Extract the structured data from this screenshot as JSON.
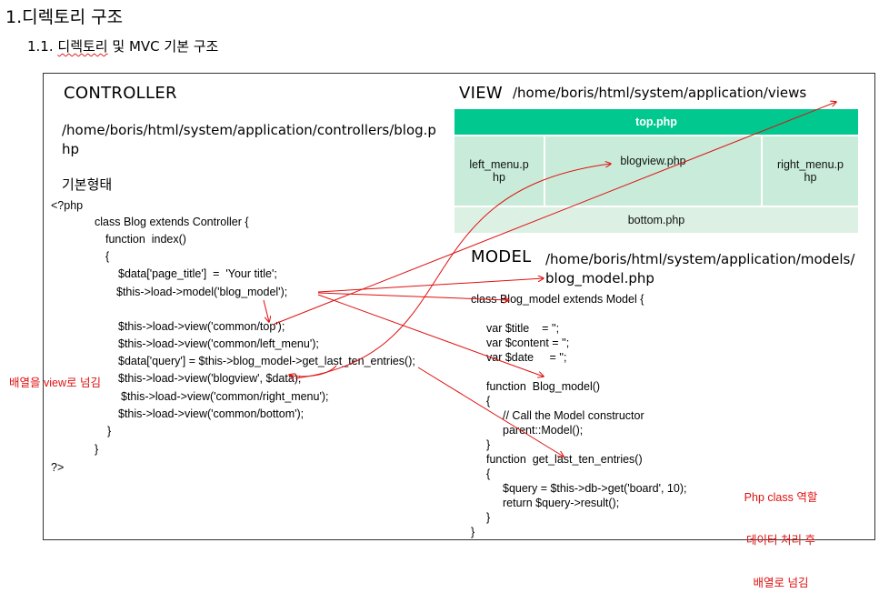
{
  "heading1": "1.디렉토리 구조",
  "heading2": {
    "num": "1.1. ",
    "pre": "디렉토리",
    "post": " 및 MVC 기본 구조"
  },
  "controller": {
    "title": "CONTROLLER",
    "path_line1": "/home/boris/html/system/application/controllers/blog.p",
    "path_line2": "hp",
    "basic_form": "기본형태",
    "code": [
      "<?php",
      "class Blog extends Controller {",
      "function  index()",
      "{",
      "$data['page_title']  =  'Your title';",
      "$this->load->model('blog_model');",
      "$this->load->view('common/top');",
      "$this->load->view('common/left_menu');",
      "$data['query'] = $this->blog_model->get_last_ten_entries();",
      "$this->load->view('blogview', $data);",
      "$this->load->view('common/right_menu');",
      "$this->load->view('common/bottom');",
      "}",
      "}",
      "?>"
    ]
  },
  "view": {
    "title": "VIEW",
    "path": "/home/boris/html/system/application/views",
    "layout": {
      "top": "top.php",
      "left_line1": "left_menu.p",
      "left_line2": "hp",
      "center": "blogview.php",
      "right_line1": "right_menu.p",
      "right_line2": "hp",
      "bottom": "bottom.php"
    }
  },
  "model": {
    "title": "MODEL",
    "path_line1": "/home/boris/html/system/application/models/",
    "path_line2": "blog_model.php",
    "code": [
      "class Blog_model extends Model {",
      "var $title    = '';",
      "var $content = '';",
      "var $date     = '';",
      "function  Blog_model()",
      "{",
      "// Call the Model constructor",
      "parent::Model();",
      "}",
      "function  get_last_ten_entries()",
      "{",
      "$query = $this->db->get('board', 10);",
      "return $query->result();",
      "}",
      "}"
    ]
  },
  "annotations": {
    "array_to_view": "배열을 view로 넘김",
    "php_role_line1": "Php class 역할",
    "php_role_line2": "데이터 처리 후",
    "php_role_line3": "배열로 넘김"
  },
  "colors": {
    "accent_green": "#00c88e",
    "light_green": "#c8ecd9",
    "annotation_red": "#e01010"
  }
}
